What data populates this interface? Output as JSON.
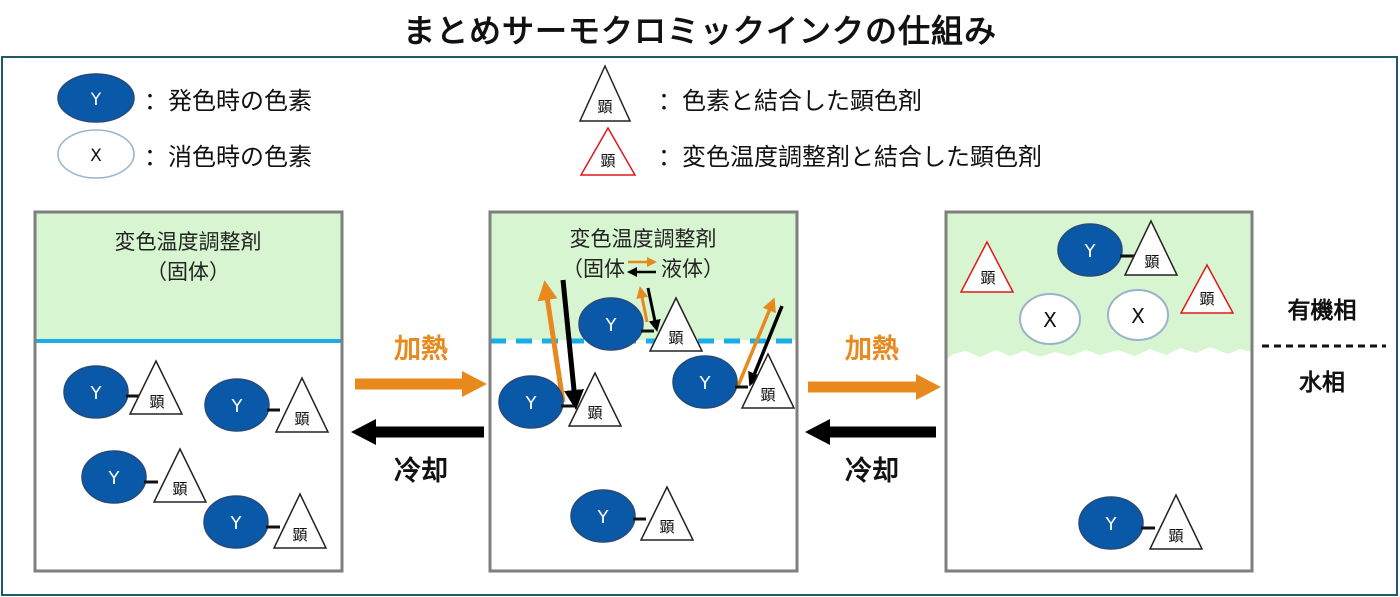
{
  "title": "まとめサーモクロミックインクの仕組み",
  "legend": {
    "colored_dye": "：発色時の色素",
    "decolored_dye": "：消色時の色素",
    "developer_with_dye": "：色素と結合した顕色剤",
    "developer_with_regulator": "：変色温度調整剤と結合した顕色剤"
  },
  "symbols": {
    "dye_colored": "Y",
    "dye_decolored": "X",
    "developer": "顕"
  },
  "panels": {
    "solid_state": {
      "label_line1": "変色温度調整剤",
      "label_line2": "（固体）"
    },
    "transition_state": {
      "label_line1": "変色温度調整剤",
      "label_solid": "（固体",
      "label_liquid": "液体）"
    },
    "liquid_state": {
      "organic_phase": "有機相",
      "water_phase": "水相"
    }
  },
  "arrows": {
    "heat": "加熱",
    "cool": "冷却"
  },
  "colors": {
    "dye_fill": "#0a58a8",
    "phase_green": "#d6f5d0",
    "water_line": "#1aaee8",
    "heat_arrow": "#e8891e",
    "cool_arrow": "#000000",
    "frame": "#1f5a6b",
    "regulator_developer_outline": "#e01818"
  }
}
